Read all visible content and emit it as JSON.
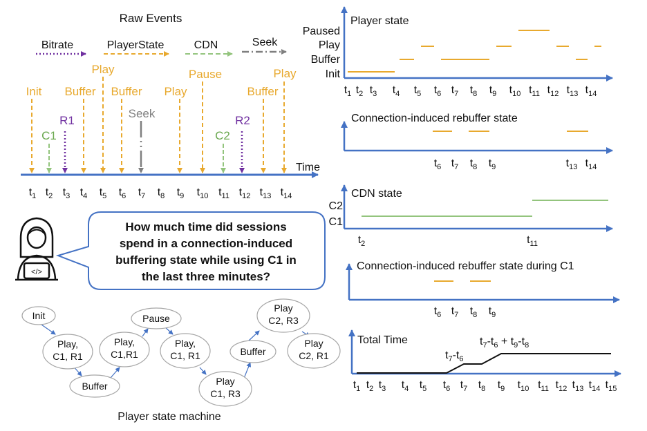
{
  "colors": {
    "player": "#E8A92E",
    "cdn": "#93C47D",
    "bitrate": "#7030A0",
    "seek": "#7F7F7F",
    "axis": "#4472C4",
    "text": "#111111",
    "bubble_border": "#4472C4",
    "node_border": "#A6A6A6"
  },
  "raw_events": {
    "title": "Raw Events",
    "legend": [
      "Bitrate",
      "PlayerState",
      "CDN",
      "Seek"
    ],
    "time_label": "Time",
    "ticks": [
      "1",
      "2",
      "3",
      "4",
      "5",
      "6",
      "7",
      "8",
      "9",
      "10",
      "11",
      "12",
      "13",
      "14"
    ],
    "events": [
      {
        "label": "Init",
        "type": "player"
      },
      {
        "label": "C1",
        "type": "cdn"
      },
      {
        "label": "R1",
        "type": "bitrate"
      },
      {
        "label": "Buffer",
        "type": "player"
      },
      {
        "label": "Play",
        "type": "player"
      },
      {
        "label": "Buffer",
        "type": "player"
      },
      {
        "label": "Seek",
        "type": "seek"
      },
      {
        "label": "Play",
        "type": "player"
      },
      {
        "label": "Pause",
        "type": "player"
      },
      {
        "label": "C2",
        "type": "cdn"
      },
      {
        "label": "R2",
        "type": "bitrate"
      },
      {
        "label": "Buffer",
        "type": "player"
      },
      {
        "label": "Play",
        "type": "player"
      }
    ]
  },
  "question": {
    "lines": [
      "How much time did sessions",
      "spend in a connection-induced",
      "buffering state while using C1 in",
      "the last three minutes?"
    ]
  },
  "state_machine": {
    "title": "Player state machine",
    "nodes": [
      {
        "lines": [
          "Init"
        ]
      },
      {
        "lines": [
          "Play,",
          "C1, R1"
        ]
      },
      {
        "lines": [
          "Buffer"
        ]
      },
      {
        "lines": [
          "Play,",
          "C1,R1"
        ]
      },
      {
        "lines": [
          "Pause"
        ]
      },
      {
        "lines": [
          "Play,",
          "C1, R1"
        ]
      },
      {
        "lines": [
          "Play",
          "C1, R3"
        ]
      },
      {
        "lines": [
          "Buffer"
        ]
      },
      {
        "lines": [
          "Play",
          "C2, R3"
        ]
      },
      {
        "lines": [
          "Play",
          "C2, R1"
        ]
      }
    ]
  },
  "chart_data": [
    {
      "type": "line",
      "title": "Player state",
      "y_categories": [
        "Init",
        "Buffer",
        "Play",
        "Paused"
      ],
      "x_ticks": [
        "1",
        "2",
        "3",
        "4",
        "5",
        "6",
        "7",
        "8",
        "9",
        "10",
        "11",
        "12",
        "13",
        "14"
      ],
      "segments": [
        {
          "from": "t1",
          "to": "t4",
          "state": "Init"
        },
        {
          "from": "t4",
          "to": "t5",
          "state": "Buffer"
        },
        {
          "from": "t5",
          "to": "t6",
          "state": "Play"
        },
        {
          "from": "t6",
          "to": "t9",
          "state": "Buffer"
        },
        {
          "from": "t9",
          "to": "t10",
          "state": "Play"
        },
        {
          "from": "t10",
          "to": "t12",
          "state": "Paused"
        },
        {
          "from": "t12",
          "to": "t13",
          "state": "Play"
        },
        {
          "from": "t13",
          "to": "t14",
          "state": "Buffer"
        },
        {
          "from": "t14",
          "to": "end",
          "state": "Play"
        }
      ]
    },
    {
      "type": "line",
      "title": "Connection-induced rebuffer state",
      "x_ticks": [
        "6",
        "7",
        "8",
        "9",
        "13",
        "14"
      ],
      "segments": [
        {
          "from": "t6",
          "to": "t7"
        },
        {
          "from": "t8",
          "to": "t9"
        },
        {
          "from": "t13",
          "to": "t14"
        }
      ]
    },
    {
      "type": "line",
      "title": "CDN state",
      "y_categories": [
        "C1",
        "C2"
      ],
      "x_ticks": [
        "2",
        "11"
      ],
      "segments": [
        {
          "from": "t2",
          "to": "t11",
          "state": "C1"
        },
        {
          "from": "t11",
          "to": "end",
          "state": "C2"
        }
      ]
    },
    {
      "type": "line",
      "title": "Connection-induced rebuffer state during C1",
      "x_ticks": [
        "6",
        "7",
        "8",
        "9"
      ],
      "segments": [
        {
          "from": "t6",
          "to": "t7"
        },
        {
          "from": "t8",
          "to": "t9"
        }
      ]
    },
    {
      "type": "line",
      "title": "Total Time",
      "x_ticks": [
        "1",
        "2",
        "3",
        "4",
        "5",
        "6",
        "7",
        "8",
        "9",
        "10",
        "11",
        "12",
        "13",
        "14",
        "15"
      ],
      "annotations": [
        "t₇-t₆",
        "t₇-t₆ + t₉-t₈"
      ],
      "points": [
        {
          "x": "t1",
          "y": 0
        },
        {
          "x": "t6",
          "y": 0
        },
        {
          "x": "t7",
          "y": "t7-t6"
        },
        {
          "x": "t8",
          "y": "t7-t6"
        },
        {
          "x": "t9",
          "y": "t7-t6 + t9-t8"
        },
        {
          "x": "t15",
          "y": "t7-t6 + t9-t8"
        }
      ]
    }
  ]
}
